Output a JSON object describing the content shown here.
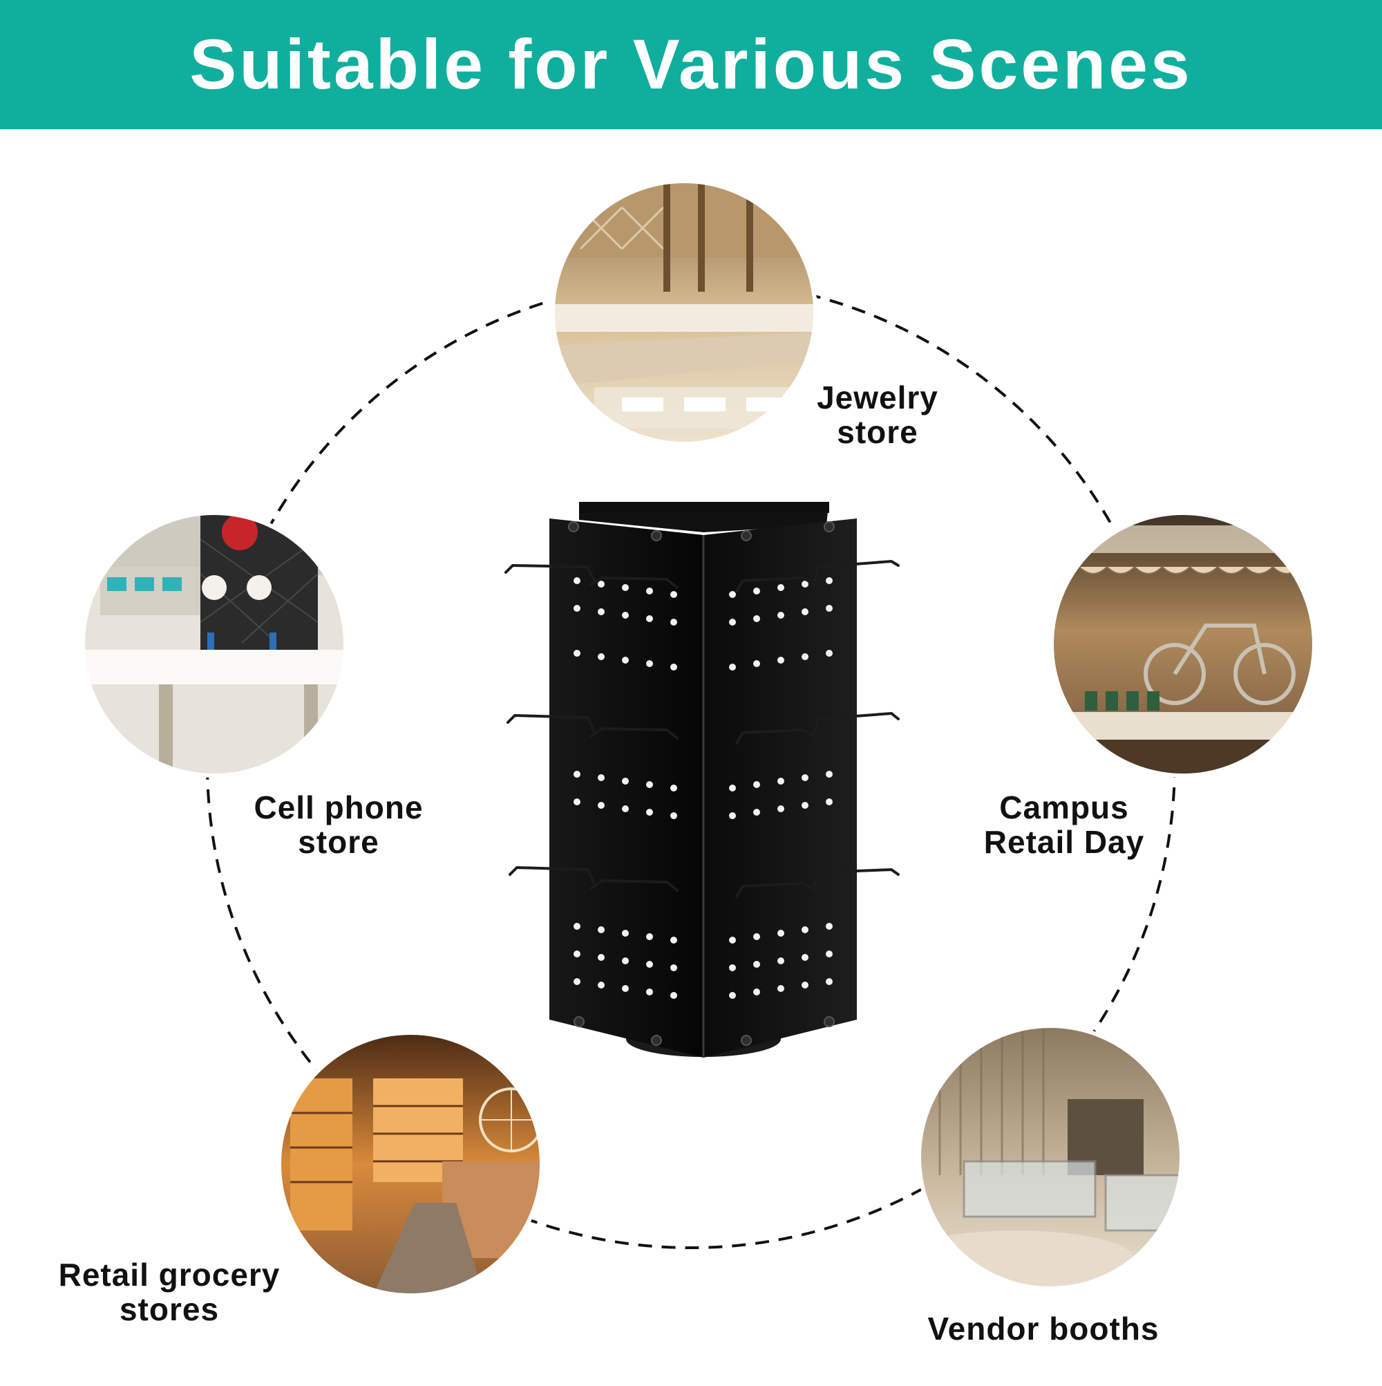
{
  "banner": {
    "title": "Suitable for Various Scenes",
    "color": "#10AE9D"
  },
  "scenes": [
    {
      "icon": "jewelry-store-photo",
      "lines": [
        "Jewelry",
        "store"
      ],
      "dominant_color": "#C9A77C"
    },
    {
      "icon": "cell-phone-store-photo",
      "lines": [
        "Cell phone",
        "store"
      ],
      "dominant_color": "#E8E4DC"
    },
    {
      "icon": "campus-retail-photo",
      "lines": [
        "Campus",
        "Retail Day"
      ],
      "dominant_color": "#A98456"
    },
    {
      "icon": "grocery-store-photo",
      "lines": [
        "Retail grocery",
        "stores"
      ],
      "dominant_color": "#C8762E"
    },
    {
      "icon": "vendor-booth-photo",
      "lines": [
        "Vendor booths"
      ],
      "dominant_color": "#BFA98A"
    }
  ],
  "product": {
    "icon": "rotating-pegboard-display-icon",
    "color": "#0E0E0E"
  },
  "connector": {
    "style": "dashed-circle",
    "color": "#111111"
  }
}
